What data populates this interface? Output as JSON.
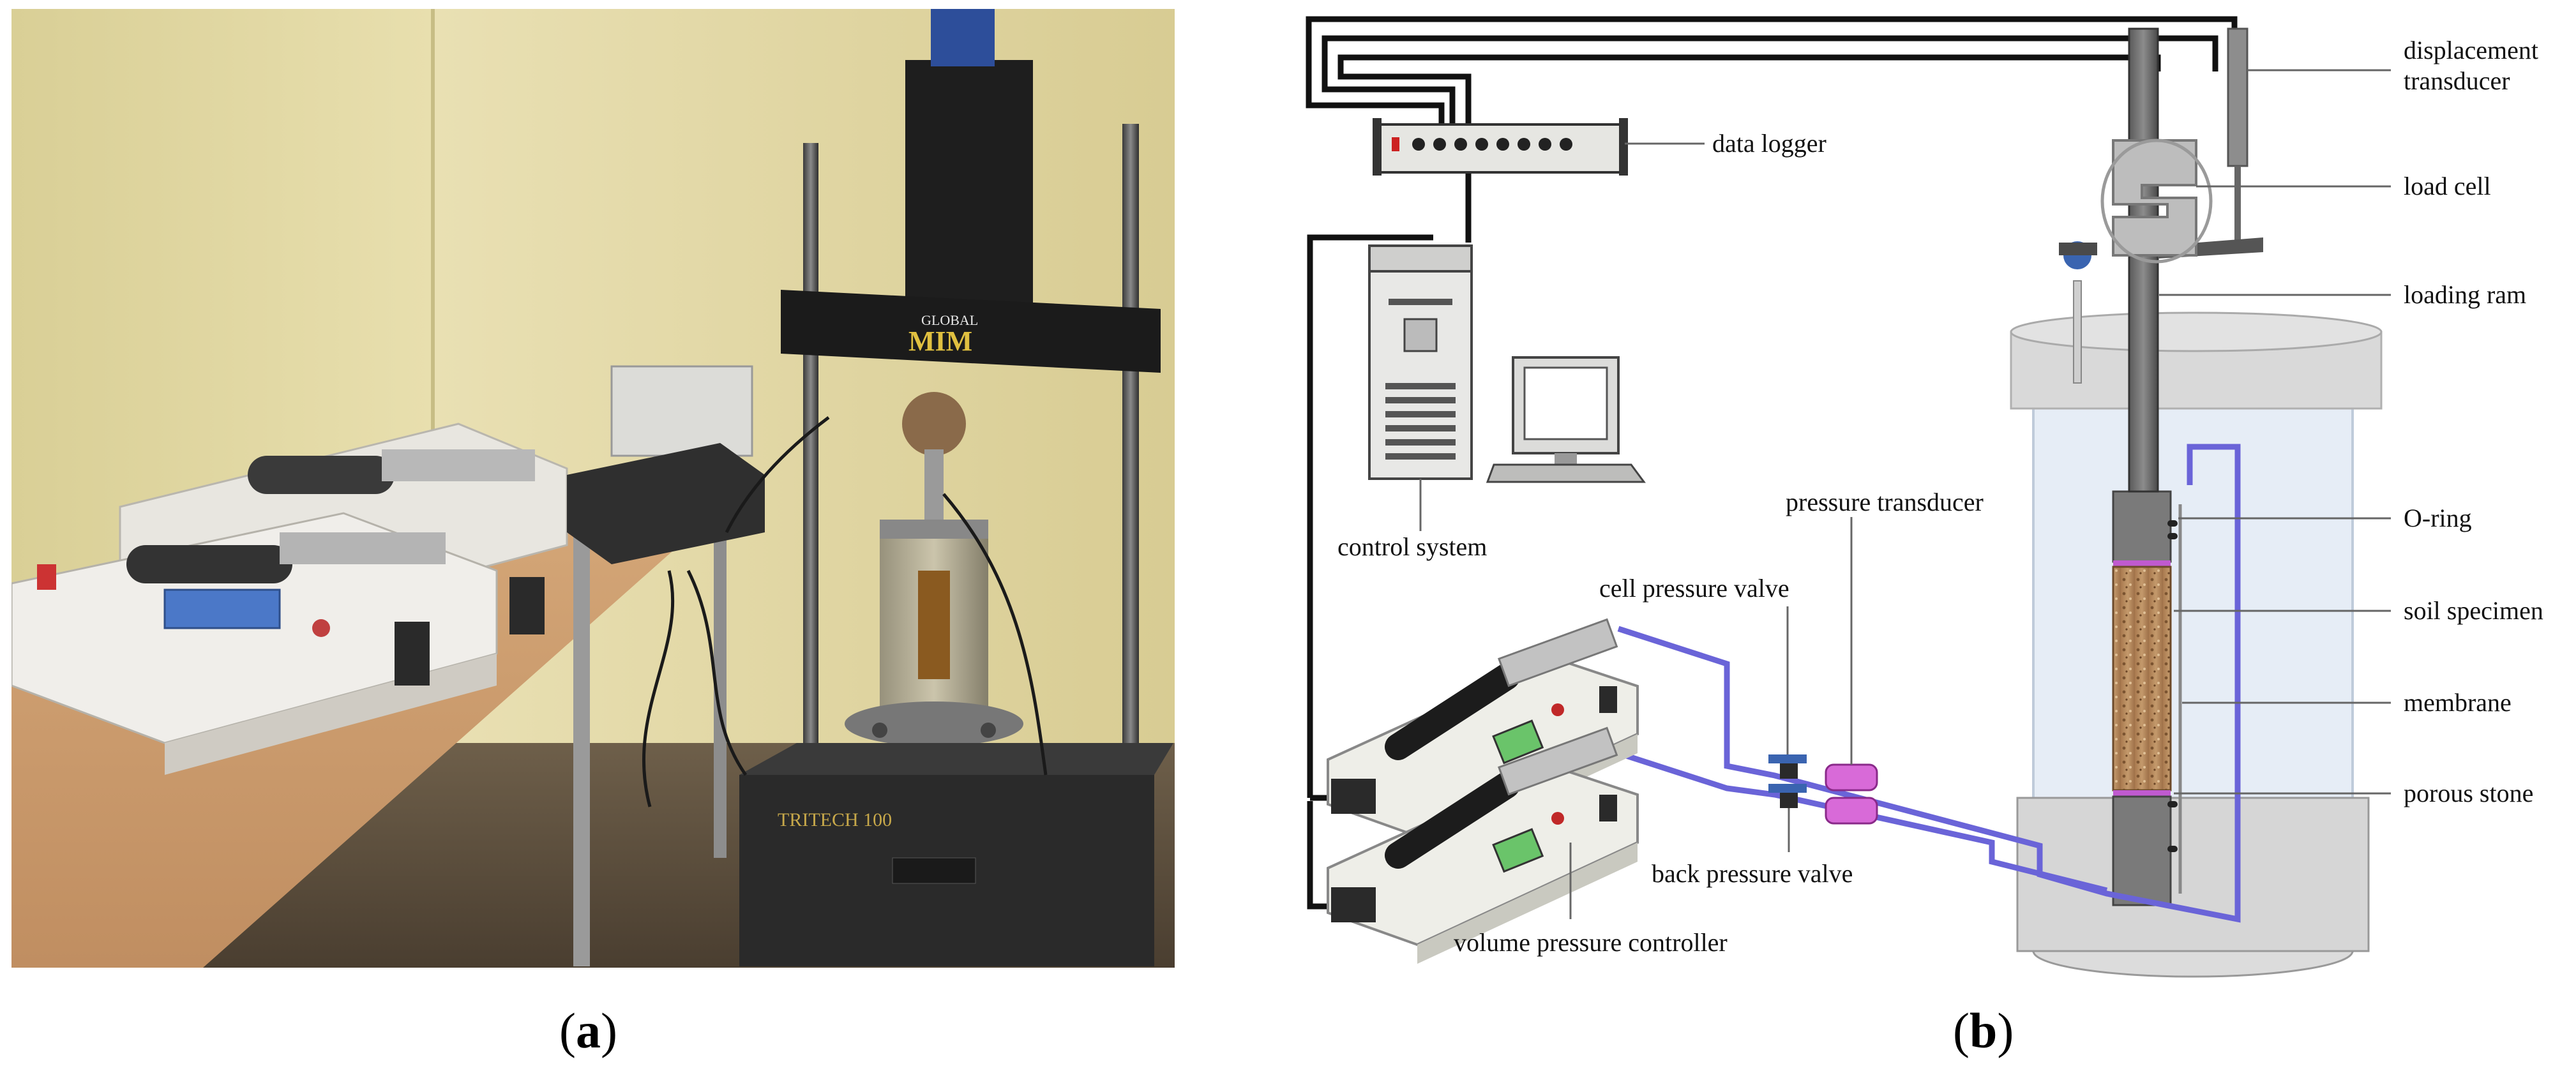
{
  "captions": {
    "a_open": "(",
    "a_letter": "a",
    "a_close": ")",
    "b_open": "(",
    "b_letter": "b",
    "b_close": ")"
  },
  "photo": {
    "frame_brand_top": "GLOBAL",
    "frame_brand_logo": "MIM",
    "base_label": "TRITECH 100"
  },
  "schematic": {
    "labels": {
      "displacement_line1": "displacement",
      "displacement_line2": "transducer",
      "load_cell": "load cell",
      "loading_ram": "loading ram",
      "data_logger": "data logger",
      "control_system": "control system",
      "pressure_transducer": "pressure transducer",
      "cell_pressure_valve": "cell pressure valve",
      "back_pressure_valve": "back pressure valve",
      "volume_pressure_controller": "volume pressure controller",
      "o_ring": "O-ring",
      "soil_specimen": "soil specimen",
      "membrane": "membrane",
      "porous_stone": "porous stone"
    },
    "colors": {
      "tube": "#6a64d8",
      "pressure_transducer": "#d86ad8",
      "soil": "#b4855a",
      "cell_wall": "#dfe6f0"
    }
  }
}
